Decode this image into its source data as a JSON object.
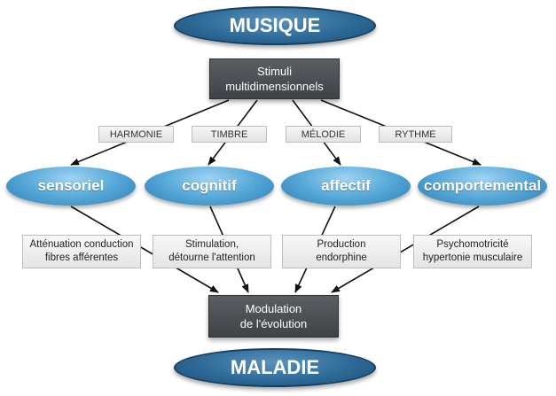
{
  "top": {
    "title": "MUSIQUE"
  },
  "bottom": {
    "title": "MALADIE"
  },
  "stimuli": {
    "line1": "Stimuli",
    "line2": "multidimensionnels"
  },
  "modulation": {
    "line1": "Modulation",
    "line2": "de l'évolution"
  },
  "elements": [
    "HARMONIE",
    "TIMBRE",
    "MÉLODIE",
    "RYTHME"
  ],
  "dimensions": [
    "sensoriel",
    "cognitif",
    "affectif",
    "comportemental"
  ],
  "effects": [
    {
      "line1": "Atténuation conduction",
      "line2": "fibres afférentes"
    },
    {
      "line1": "Stimulation,",
      "line2": "détourne l'attention"
    },
    {
      "line1": "Production",
      "line2": "endorphine"
    },
    {
      "line1": "Psychomotricité",
      "line2": "hypertonie musculaire"
    }
  ],
  "colors": {
    "oval_dark": "#2e6a98",
    "oval_light": "#56a8d8",
    "box_dark": "#4a4d51",
    "arrow": "#111111"
  }
}
